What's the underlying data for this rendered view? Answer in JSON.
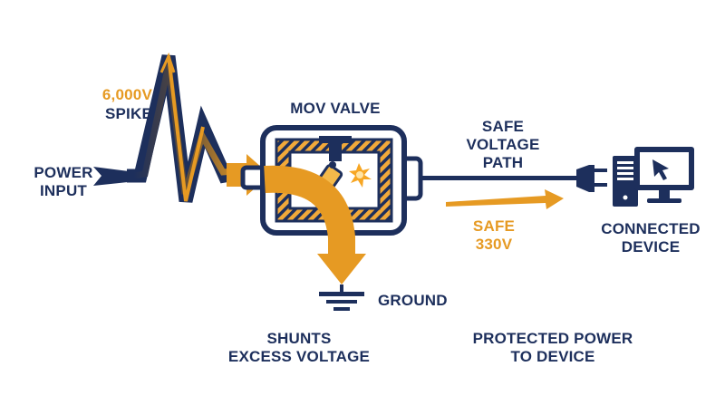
{
  "colors": {
    "navy": "#1d2f5c",
    "orange": "#e69a23",
    "orange_light": "#f4b94a",
    "spark": "#f7a623",
    "background": "#ffffff"
  },
  "labels": {
    "spike_value": "6,000V",
    "spike_word": "SPIKE",
    "power_input_line1": "POWER",
    "power_input_line2": "INPUT",
    "mov_valve": "MOV VALVE",
    "safe_path_line1": "SAFE",
    "safe_path_line2": "VOLTAGE",
    "safe_path_line3": "PATH",
    "safe_value_word": "SAFE",
    "safe_value": "330V",
    "connected_line1": "CONNECTED",
    "connected_line2": "DEVICE",
    "ground": "GROUND",
    "shunts_line1": "SHUNTS",
    "shunts_line2": "EXCESS VOLTAGE",
    "protected_line1": "PROTECTED POWER",
    "protected_line2": "TO DEVICE"
  },
  "icons": {
    "spike": "voltage-spike-icon",
    "valve": "mov-valve-icon",
    "ground": "ground-symbol-icon",
    "plug": "power-plug-icon",
    "computer": "desktop-computer-icon"
  }
}
